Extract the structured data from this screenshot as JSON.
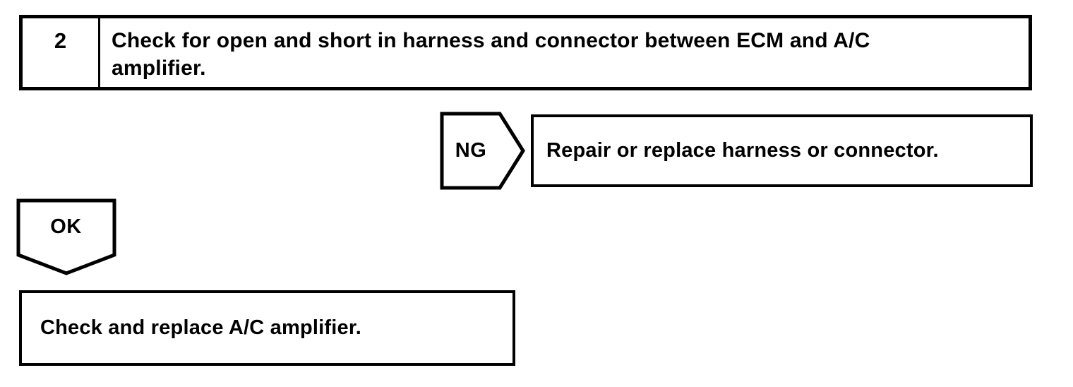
{
  "page": {
    "background_color": "#ffffff",
    "ink_color": "#000000"
  },
  "flowchart": {
    "step": {
      "number": "2",
      "instruction": "Check for open and short in harness and connector between ECM and A/C amplifier."
    },
    "ng_branch": {
      "connector_label": "NG",
      "action": "Repair or replace harness or connector."
    },
    "ok_branch": {
      "connector_label": "OK",
      "action": "Check and replace A/C amplifier."
    }
  }
}
